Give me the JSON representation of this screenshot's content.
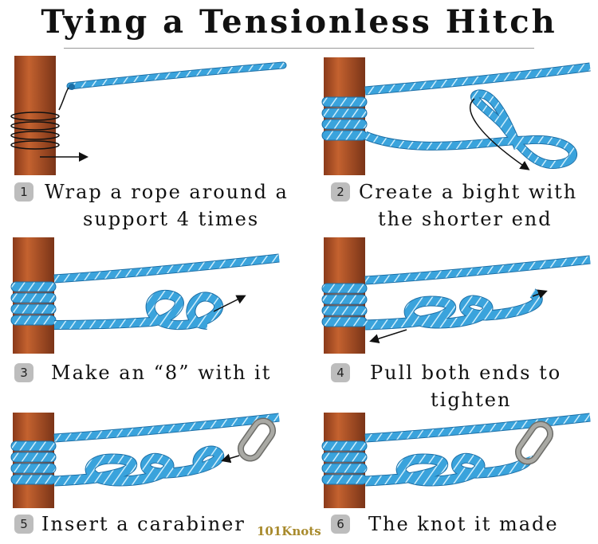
{
  "title": "Tying a Tensionless Hitch",
  "steps": [
    {
      "num": "1",
      "line1": "Wrap a rope around a",
      "line2": "support 4 times"
    },
    {
      "num": "2",
      "line1": "Create a bight with",
      "line2": "the shorter end"
    },
    {
      "num": "3",
      "line1": "Make an “8” with it",
      "line2": ""
    },
    {
      "num": "4",
      "line1": "Pull both ends to",
      "line2": "tighten"
    },
    {
      "num": "5",
      "line1": "Insert a carabiner",
      "line2": ""
    },
    {
      "num": "6",
      "line1": "The knot it made",
      "line2": ""
    }
  ],
  "brand": "101Knots",
  "colors": {
    "rope": "#3aa3dc",
    "rope_dark": "#1d6fa6",
    "post": "#b5532a",
    "post_dark": "#7a3418",
    "carabiner": "#8e8e8a"
  }
}
